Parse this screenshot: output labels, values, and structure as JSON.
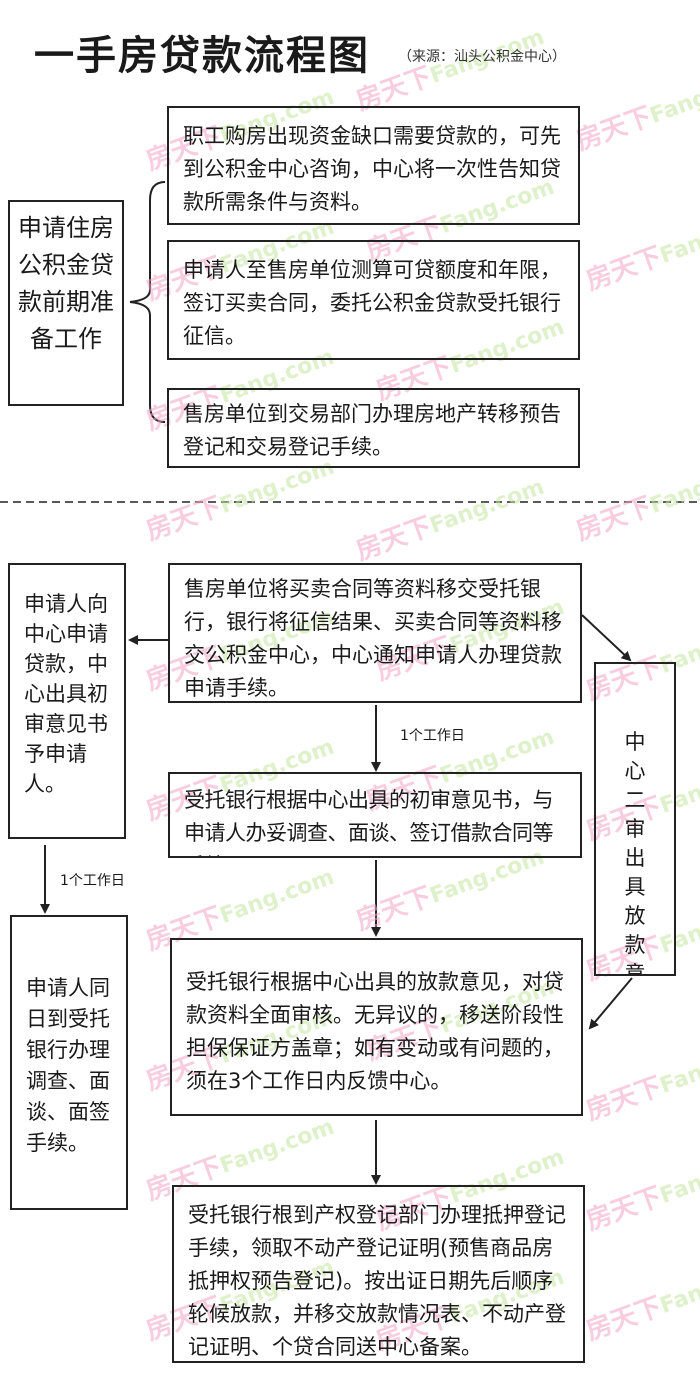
{
  "header": {
    "title": "一手房贷款流程图",
    "source": "（来源：汕头公积金中心）"
  },
  "phase1": {
    "label": "申请住房公积金贷款前期准备工作",
    "steps": [
      "职工购房出现资金缺口需要贷款的，可先到公积金中心咨询，中心将一次性告知贷款所需条件与资料。",
      "申请人至售房单位测算可贷额度和年限，签订买卖合同，委托公积金贷款受托银行征信。",
      "售房单位到交易部门办理房地产转移预告登记和交易登记手续。"
    ]
  },
  "phase2": {
    "main": [
      "售房单位将买卖合同等资料移交受托银行，银行将征信结果、买卖合同等资料移交公积金中心，中心通知申请人办理贷款申请手续。",
      "受托银行根据中心出具的初审意见书，与申请人办妥调查、面谈、签订借款合同等手续",
      "受托银行根据中心出具的放款意见，对贷款资料全面审核。无异议的，移送阶段性担保保证方盖章；如有变动或有问题的，须在3个工作日内反馈中心。",
      "受托银行根到产权登记部门办理抵押登记手续，领取不动产登记证明(预售商品房抵押权预告登记)。按出证日期先后顺序轮候放款，并移交放款情况表、不动产登记证明、个贷合同送中心备案。"
    ],
    "left_top": "申请人向中心申请贷款，中心出具初审意见书予申请人。",
    "left_bottom": "申请人同日到受托银行办理调查、面谈、面签手续。",
    "right": "中心二审出具放款意见移交银行",
    "label_main": "1个工作日",
    "label_left": "1个工作日"
  },
  "watermark": {
    "text_cn": "房天下",
    "text_en": "Fang.com",
    "color_cn": "#f4a6c8",
    "color_en": "#c5e6a0"
  },
  "colors": {
    "line": "#222222"
  }
}
